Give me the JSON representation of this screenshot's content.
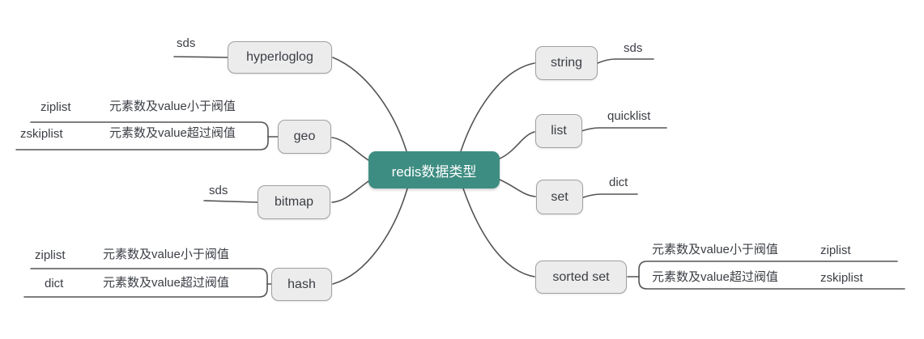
{
  "root": {
    "label": "redis数据类型"
  },
  "left": [
    {
      "label": "hyperloglog",
      "children": [
        {
          "impl": "sds"
        }
      ]
    },
    {
      "label": "geo",
      "children": [
        {
          "impl": "ziplist",
          "note": "元素数及value小于阀值"
        },
        {
          "impl": "zskiplist",
          "note": "元素数及value超过阀值"
        }
      ]
    },
    {
      "label": "bitmap",
      "children": [
        {
          "impl": "sds"
        }
      ]
    },
    {
      "label": "hash",
      "children": [
        {
          "impl": "ziplist",
          "note": "元素数及value小于阀值"
        },
        {
          "impl": "dict",
          "note": "元素数及value超过阀值"
        }
      ]
    }
  ],
  "right": [
    {
      "label": "string",
      "children": [
        {
          "impl": "sds"
        }
      ]
    },
    {
      "label": "list",
      "children": [
        {
          "impl": "quicklist"
        }
      ]
    },
    {
      "label": "set",
      "children": [
        {
          "impl": "dict"
        }
      ]
    },
    {
      "label": "sorted set",
      "children": [
        {
          "impl": "ziplist",
          "note": "元素数及value小于阀值"
        },
        {
          "impl": "zskiplist",
          "note": "元素数及value超过阀值"
        }
      ]
    }
  ],
  "colors": {
    "root_bg": "#3E8D82",
    "root_text": "#FFFFFF",
    "node_bg": "#ECECEC",
    "node_border": "#A0A0A0",
    "line": "#545454",
    "text": "#3B3E44"
  }
}
